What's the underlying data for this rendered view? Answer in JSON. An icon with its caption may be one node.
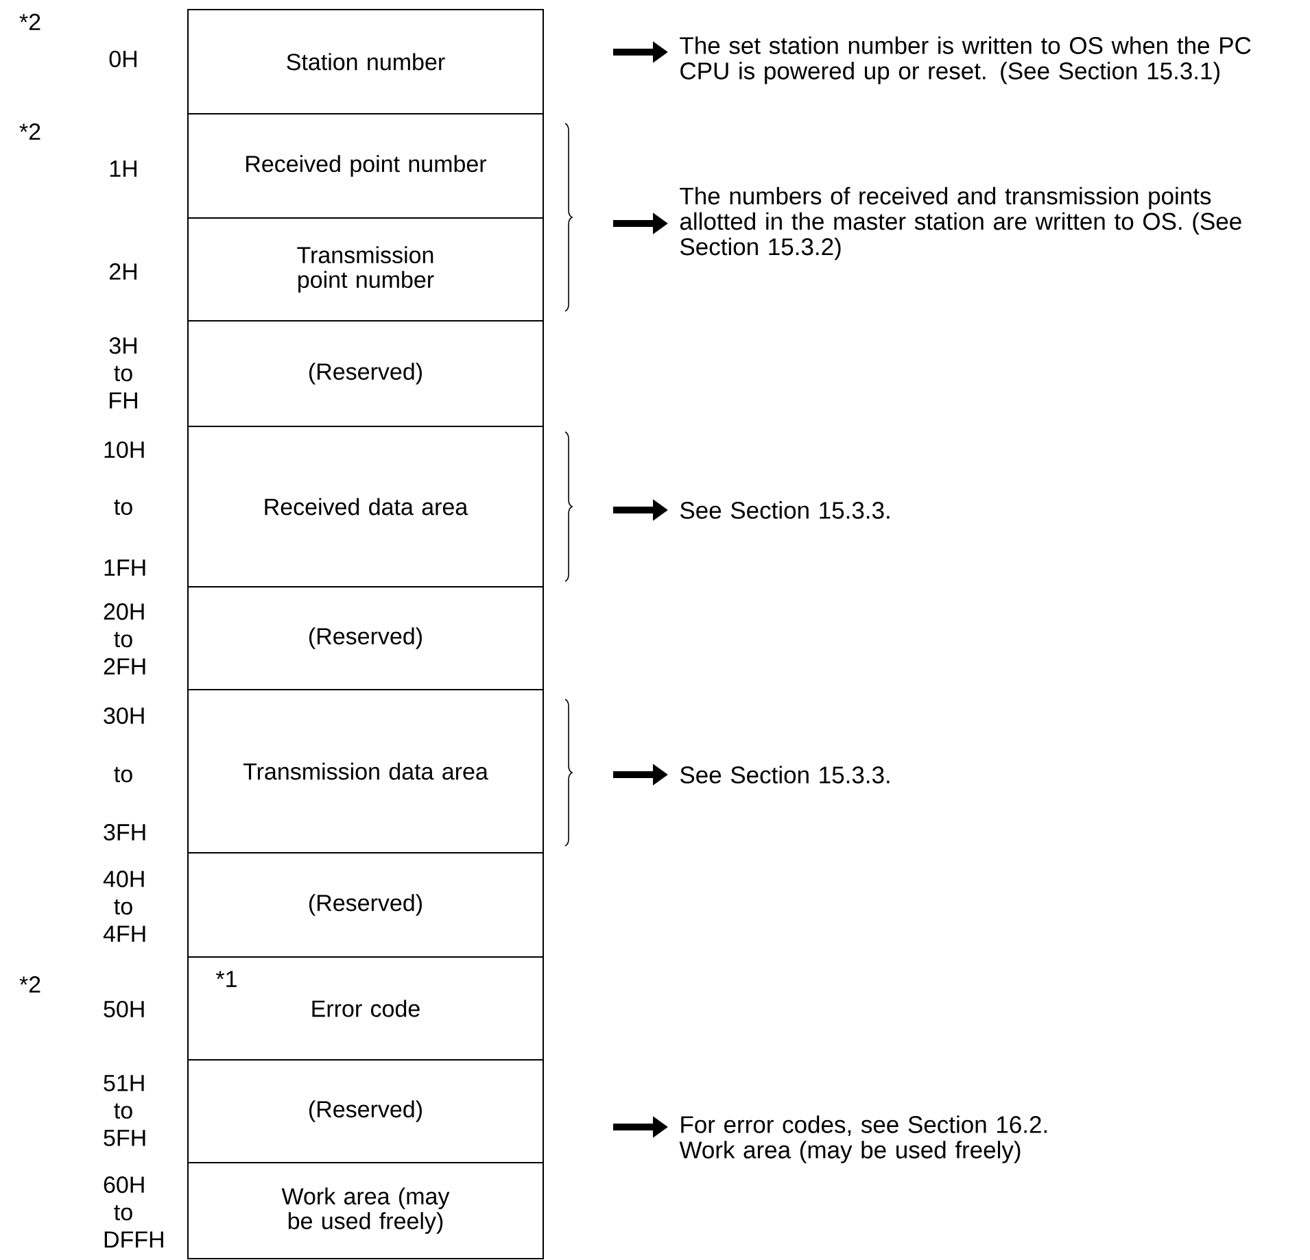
{
  "diagram": {
    "nodes": [
      {
        "text": [
          "Station number"
        ]
      },
      {
        "text": [
          "Received point number"
        ]
      },
      {
        "text": [
          "Transmission point number"
        ]
      },
      {
        "text": [
          "(Reserved)"
        ]
      },
      {
        "text": [
          "Received data area"
        ]
      },
      {
        "text": [
          "(Reserved)"
        ]
      },
      {
        "text": [
          "Transmission data area"
        ]
      },
      {
        "text": [
          "(Reserved)"
        ]
      },
      {
        "text": [
          "*1",
          "Error code"
        ]
      },
      {
        "text": [
          "(Reserved)"
        ]
      },
      {
        "text": [
          "Work area (may be used freely)"
        ]
      },
      {
        "text": [
          "The set station number is written to OS when the PC CPU is powered up or reset. (See Section 15.3.1)"
        ]
      },
      {
        "text": [
          "The numbers of received and transmission points allotted in the master station are written to OS. (See Section 15.3.2)"
        ]
      },
      {
        "text": [
          "See Section 15.3.3."
        ]
      },
      {
        "text": [
          "See Section 15.3.3."
        ]
      },
      {
        "text": [
          "For error codes, see Section 16.2.",
          "Work area (may be used freely)"
        ]
      }
    ],
    "edges": [
      {
        "from": null,
        "to": 11,
        "arrow": "to"
      },
      {
        "from": null,
        "to": 12,
        "arrow": "to"
      },
      {
        "from": null,
        "to": 13,
        "arrow": "to"
      },
      {
        "from": null,
        "to": 14,
        "arrow": "to"
      },
      {
        "from": null,
        "to": 15,
        "arrow": "to"
      }
    ],
    "labels": [
      "*2",
      "0H",
      "*2",
      "1H",
      "2H",
      "3H to FH",
      "10H",
      "to",
      "1FH",
      "20H to 2FH",
      "30H",
      "to",
      "3FH",
      "40H to 4FH",
      "*2",
      "50H",
      "51H to 5FH",
      "60H to DFFH"
    ]
  }
}
